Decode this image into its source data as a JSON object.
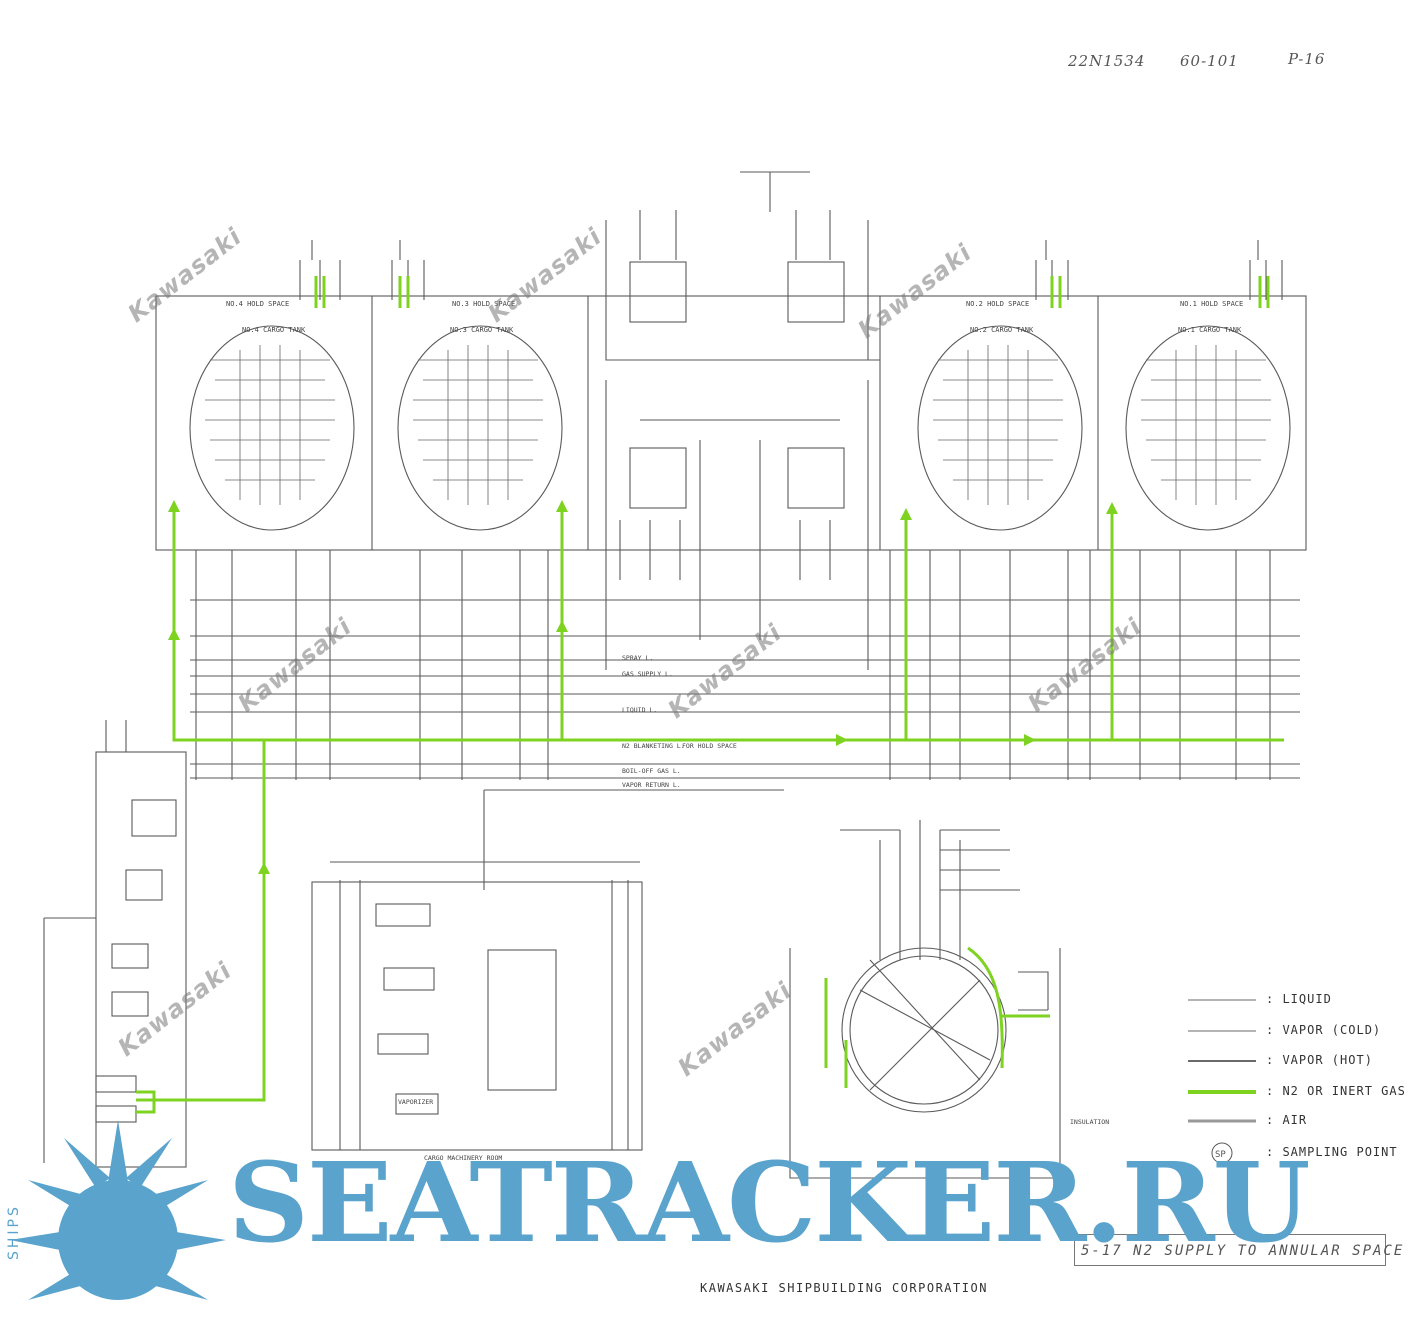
{
  "header": {
    "drawing_no": "22N1534",
    "sheet_ref": "60-101",
    "page": "P-16"
  },
  "tanks": {
    "no4_hold_space": "NO.4 HOLD SPACE",
    "no4_cargo_tank": "NO.4 CARGO TANK",
    "no3_hold_space": "NO.3 HOLD SPACE",
    "no3_cargo_tank": "NO.3 CARGO TANK",
    "no2_hold_space": "NO.2 HOLD SPACE",
    "no2_cargo_tank": "NO.2 CARGO TANK",
    "no1_hold_space": "NO.1 HOLD SPACE",
    "no1_cargo_tank": "NO.1 CARGO TANK"
  },
  "lines": {
    "spray": "SPRAY L.",
    "gas_supply": "GAS SUPPLY L.",
    "liquid": "LIQUID L.",
    "n2_blanketing": "N2 BLANKETING L.",
    "n2_sub": "FOR HOLD SPACE",
    "boiloff_gas": "BOIL-OFF GAS L.",
    "vapor_return": "VAPOR RETURN L.",
    "cargo_machinery_room": "CARGO MACHINERY ROOM",
    "vaporizer": "VAPORIZER",
    "insulation": "INSULATION"
  },
  "legend": [
    {
      "label": ": LIQUID",
      "style": "thin",
      "color": "#6a6a6a"
    },
    {
      "label": ": VAPOR (COLD)",
      "style": "thin",
      "color": "#6a6a6a"
    },
    {
      "label": ": VAPOR (HOT)",
      "style": "medium",
      "color": "#555555"
    },
    {
      "label": ": N2 OR INERT GAS",
      "style": "thick",
      "color": "#7ed321"
    },
    {
      "label": ": AIR",
      "style": "double",
      "color": "#999999"
    },
    {
      "label": ": SAMPLING POINT",
      "style": "circle",
      "color": "#555555",
      "symbol": "SP"
    }
  ],
  "watermark": {
    "text": "Kawasaki",
    "brand": "SEATRACKER.RU",
    "side_text": "SHIPS"
  },
  "title_block": {
    "caption": "5-17  N2 SUPPLY TO ANNULAR SPACE",
    "company": "KAWASAKI SHIPBUILDING CORPORATION"
  },
  "colors": {
    "line": "#5a5a5a",
    "n2": "#7ed321",
    "brand": "#5aa3cc",
    "watermark": "#8a8a8a"
  }
}
